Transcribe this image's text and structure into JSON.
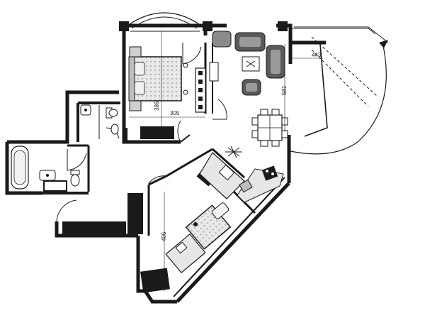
{
  "plan": {
    "dimensions": {
      "bedroom_width": "305",
      "bedroom_depth": "386",
      "living_width": "443",
      "living_depth": "581",
      "bedroom2_depth": "405"
    },
    "colors": {
      "wall": "#1a1a1a",
      "fill_light": "#e6e6e6",
      "fill_mid": "#bdbdbd",
      "background": "#ffffff"
    },
    "icons": [
      "double-bed-icon",
      "single-bed-icon",
      "bathtub-icon",
      "toilet-icon",
      "sink-icon",
      "sofa-icon",
      "armchair-icon",
      "dining-table-icon",
      "stove-icon",
      "kitchen-sink-icon",
      "desk-icon",
      "wardrobe-icon",
      "door-swing-icon",
      "balcony-icon"
    ]
  }
}
